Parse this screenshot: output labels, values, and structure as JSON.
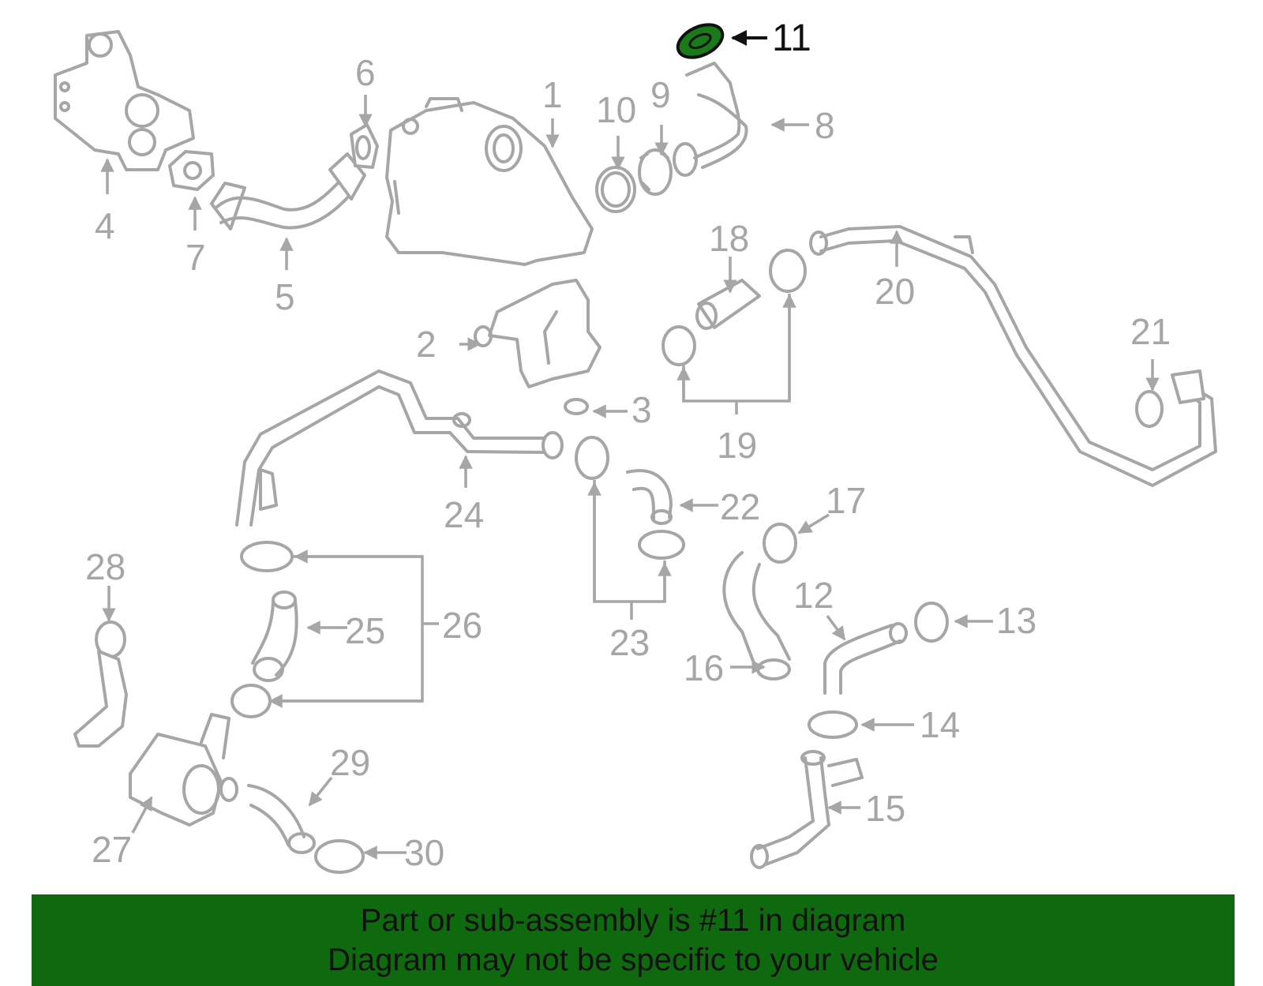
{
  "callouts": {
    "c1": "1",
    "c2": "2",
    "c3": "3",
    "c4": "4",
    "c5": "5",
    "c6": "6",
    "c7": "7",
    "c8": "8",
    "c9": "9",
    "c10": "10",
    "c11": "11",
    "c12": "12",
    "c13": "13",
    "c14": "14",
    "c15": "15",
    "c16": "16",
    "c17": "17",
    "c18": "18",
    "c19": "19",
    "c20": "20",
    "c21": "21",
    "c22": "22",
    "c23": "23",
    "c24": "24",
    "c25": "25",
    "c26": "26",
    "c27": "27",
    "c28": "28",
    "c29": "29",
    "c30": "30"
  },
  "highlight": {
    "part_number": "11",
    "color": "#1a7a1a"
  },
  "footer": {
    "line1": "Part or sub-assembly is #11 in diagram",
    "line2": "Diagram may not be specific to your vehicle",
    "background": "#0f6a0f"
  }
}
